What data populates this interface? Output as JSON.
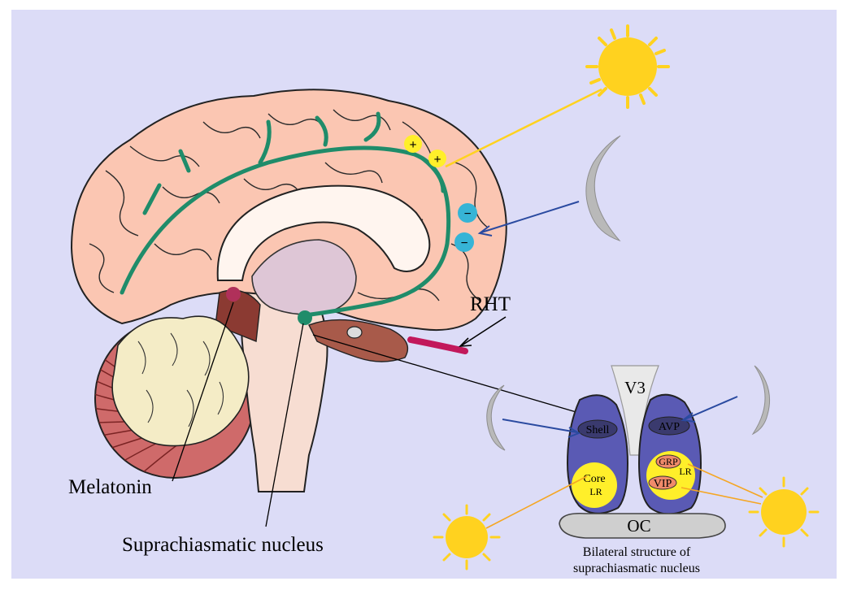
{
  "labels": {
    "rht": "RHT",
    "melatonin": "Melatonin",
    "scn": "Suprachiasmatic nucleus",
    "v3": "V3",
    "oc": "OC",
    "shell": "Shell",
    "avp": "AVP",
    "core": "Core",
    "core_lr": "LR",
    "grp": "GRP",
    "grp_lr": "LR",
    "vip": "VIP",
    "caption_line1": "Bilateral structure of",
    "caption_line2": "suprachiasmatic nucleus"
  },
  "signs": {
    "plus": "+",
    "minus": "−"
  },
  "colors": {
    "background": "#dcdcf7",
    "cortex": "#fbc6b2",
    "cerebellum": "#cf6a6a",
    "brainstem": "#f7ddd2",
    "pathway": "#1f8c6a",
    "nucleus": "#5a5ab4",
    "sun": "#ffd21f",
    "moon": "#b9b9b9",
    "positive_marker": "#ffef2a",
    "negative_marker": "#36b4d6",
    "rht_tract": "#c2185b"
  }
}
